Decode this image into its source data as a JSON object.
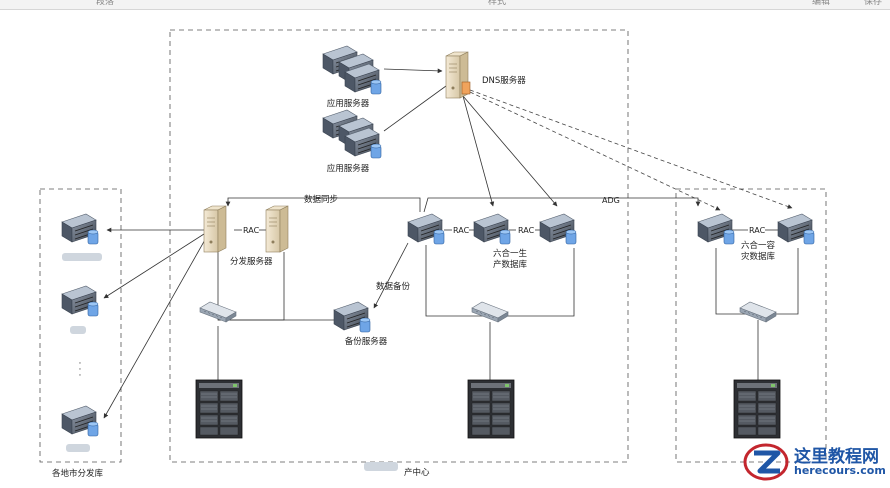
{
  "toolbar": {
    "groups": [
      "段落",
      "样式",
      "编辑",
      "保存"
    ]
  },
  "regions": {
    "branch": "各地市分发库",
    "production_center": "产中心"
  },
  "nodes": {
    "app_server_1": "应用服务器",
    "app_server_2": "应用服务器",
    "dns_server": "DNS服务器",
    "distribution_server": "分发服务器",
    "production_db": "六合一生\n产数据库",
    "dr_db": "六合一容\n灾数据库",
    "backup_server": "备份服务器"
  },
  "edges": {
    "data_sync": "数据同步",
    "data_backup": "数据备份",
    "adg": "ADG",
    "rac_1": "RAC",
    "rac_2": "RAC",
    "rac_3": "RAC",
    "rac_4": "RAC"
  },
  "misc": {
    "ellipsis": "·\n·\n·"
  },
  "watermark": {
    "cn": "这里教程网",
    "en": "herecours.com"
  }
}
